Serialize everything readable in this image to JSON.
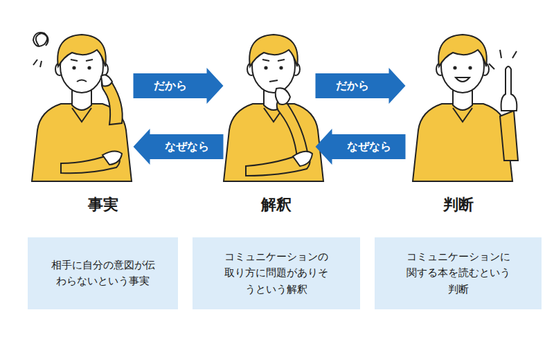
{
  "diagram": {
    "nodes": [
      {
        "text": [
          "事実",
          "相手に自分の意図が伝わらないという事実"
        ]
      },
      {
        "text": [
          "解釈",
          "コミュニケーションの取り方に問題がありそうという解釈"
        ]
      },
      {
        "text": [
          "判断",
          "コミュニケーションに関する本を読むという判断"
        ]
      }
    ],
    "edges": [
      {
        "from": 0,
        "to": 1,
        "label": "だから",
        "arrow": "to"
      },
      {
        "from": 1,
        "to": 0,
        "label": "なぜなら",
        "arrow": "to"
      },
      {
        "from": 1,
        "to": 2,
        "label": "だから",
        "arrow": "to"
      },
      {
        "from": 2,
        "to": 1,
        "label": "なぜなら",
        "arrow": "to"
      }
    ]
  }
}
